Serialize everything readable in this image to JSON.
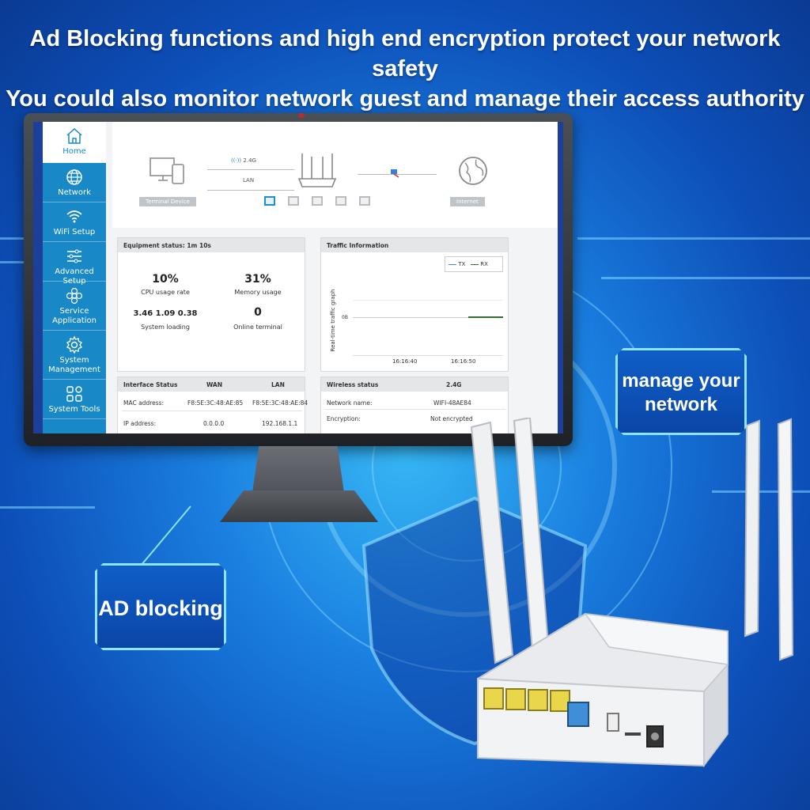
{
  "headline": {
    "line1": "Ad Blocking functions and high end encryption protect your network safety",
    "line2": "You could also monitor network guest and manage their access authority"
  },
  "sidebar": {
    "items": [
      {
        "label": "Home",
        "icon": "home-icon",
        "active": true
      },
      {
        "label": "Network",
        "icon": "globe-icon"
      },
      {
        "label": "WiFi Setup",
        "icon": "wifi-icon"
      },
      {
        "label": "Advanced Setup",
        "icon": "sliders-icon"
      },
      {
        "label": "Service Application",
        "icon": "flower-icon"
      },
      {
        "label": "System Management",
        "icon": "gear-icon"
      },
      {
        "label": "System Tools",
        "icon": "grid-icon"
      }
    ]
  },
  "topology": {
    "terminal_label": "Terminal Device",
    "band_label": "2.4G",
    "lan_label": "LAN",
    "internet_label": "Internet"
  },
  "equipment": {
    "title": "Equipment status:",
    "uptime": "1m 10s",
    "cpu_value": "10%",
    "cpu_label": "CPU usage rate",
    "mem_value": "31%",
    "mem_label": "Memory usage",
    "load_value": "3.46 1.09 0.38",
    "load_label": "System loading",
    "terminal_value": "0",
    "terminal_label": "Online terminal"
  },
  "traffic": {
    "title": "Traffic Information",
    "legend_tx": "TX",
    "legend_rx": "RX",
    "ylabel": "Real-time traffic graph",
    "y_tick": "0B",
    "x_ticks": [
      "16:16:40",
      "16:16:50"
    ]
  },
  "interface": {
    "title": "Interface Status",
    "col_wan": "WAN",
    "col_lan": "LAN",
    "rows": [
      {
        "label": "MAC address:",
        "wan": "F8:5E:3C:48:AE:85",
        "lan": "F8:5E:3C:48:AE:84"
      },
      {
        "label": "IP address:",
        "wan": "0.0.0.0",
        "lan": "192.168.1.1"
      }
    ]
  },
  "wireless": {
    "title": "Wireless status",
    "band": "2.4G",
    "rows": [
      {
        "label": "Network name:",
        "value": "WIFI-48AE84"
      },
      {
        "label": "Encryption:",
        "value": "Not encrypted"
      }
    ]
  },
  "callouts": {
    "manage": "manage your network",
    "ad": "AD blocking"
  },
  "colors": {
    "accent": "#1888c7",
    "rx_line": "#2e6e2e",
    "tx_line": "#4a90c8"
  }
}
